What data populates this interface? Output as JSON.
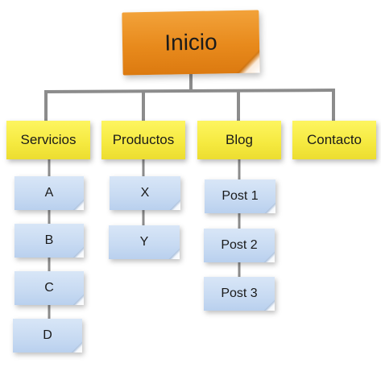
{
  "diagram": {
    "root": {
      "label": "Inicio"
    },
    "categories": [
      {
        "label": "Servicios",
        "children": [
          "A",
          "B",
          "C",
          "D"
        ]
      },
      {
        "label": "Productos",
        "children": [
          "X",
          "Y"
        ]
      },
      {
        "label": "Blog",
        "children": [
          "Post 1",
          "Post 2",
          "Post 3"
        ]
      },
      {
        "label": "Contacto",
        "children": []
      }
    ]
  },
  "colors": {
    "root_note": "#e88a1c",
    "category_note": "#f5e93f",
    "leaf_note": "#c7daf2",
    "connector": "#8c8c8c"
  }
}
